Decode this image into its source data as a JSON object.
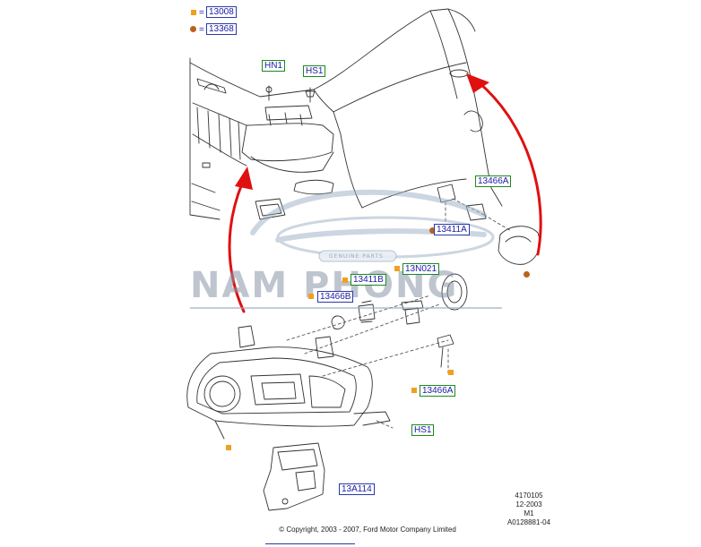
{
  "legend": {
    "items": [
      {
        "symbol": "square",
        "equals": "=",
        "part": "13008",
        "color": "#f0a020"
      },
      {
        "symbol": "dot",
        "equals": "=",
        "part": "13368",
        "color": "#b8621e"
      }
    ]
  },
  "callouts": {
    "hn1": "HN1",
    "hs1_top": "HS1",
    "c13466a_top": "13466A",
    "c13411a": "13411A",
    "c13n021": "13N021",
    "c13411b": "13411B",
    "c13466b": "13466B",
    "c13466a_bottom": "13466A",
    "hs1_bottom": "HS1",
    "c13a114": "13A114"
  },
  "watermark": {
    "brand": "NAM PHONG",
    "badge": "GENUINE PARTS"
  },
  "info_block": {
    "line1": "4170105",
    "line2": "12-2003",
    "line3": "M1",
    "line4": "A0128881-04"
  },
  "copyright": "© Copyright, 2003 - 2007, Ford Motor Company Limited",
  "colors": {
    "arrow": "#e01010",
    "line_art": "#333333",
    "callout_green": "#1a8a1a",
    "callout_blue": "#2a3aa8"
  }
}
